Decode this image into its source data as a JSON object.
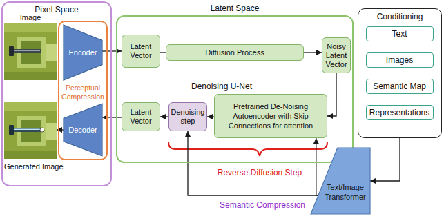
{
  "diagram": {
    "nodes": [
      {
        "text": [
          "Pixel Space"
        ]
      },
      {
        "text": [
          "Image"
        ],
        "in": 0
      },
      {
        "text": [
          "Perceptual Compression"
        ],
        "in": 0
      },
      {
        "text": [
          "Encoder"
        ],
        "in": 2
      },
      {
        "text": [
          "Decoder"
        ],
        "in": 2
      },
      {
        "text": [
          "Generated Image"
        ],
        "in": 0
      },
      {
        "text": [
          "Latent Space"
        ]
      },
      {
        "text": [
          "Latent Vector"
        ],
        "in": 6
      },
      {
        "text": [
          "Diffusion Process"
        ],
        "in": 6
      },
      {
        "text": [
          "Noisy Latent Vector"
        ],
        "in": 6
      },
      {
        "text": [
          "Denoising U-Net",
          "Pretrained De-Noising Autoencoder with Skip Connections for attention"
        ],
        "in": 6
      },
      {
        "text": [
          "Denoising step"
        ],
        "in": 6
      },
      {
        "text": [
          "Latent Vector"
        ],
        "in": 6
      },
      {
        "text": [
          "Conditioning"
        ]
      },
      {
        "text": [
          "Text"
        ],
        "in": 13
      },
      {
        "text": [
          "Images"
        ],
        "in": 13
      },
      {
        "text": [
          "Semantic Map"
        ],
        "in": 13
      },
      {
        "text": [
          "Representations"
        ],
        "in": 13
      },
      {
        "text": [
          "Text/Image Transformer"
        ]
      }
    ],
    "edges": [
      {
        "from": 3,
        "to": 7,
        "arrow": "to"
      },
      {
        "from": 7,
        "to": 8,
        "arrow": "none"
      },
      {
        "from": 8,
        "to": 9,
        "arrow": "to"
      },
      {
        "from": 9,
        "to": 10,
        "arrow": "to"
      },
      {
        "from": 10,
        "to": 11,
        "arrow": "to"
      },
      {
        "from": 11,
        "to": 12,
        "arrow": "to"
      },
      {
        "from": 12,
        "to": 4,
        "arrow": "to"
      },
      {
        "from": 4,
        "to": 5,
        "arrow": "to"
      },
      {
        "from": 13,
        "to": 18,
        "arrow": "to"
      },
      {
        "from": 18,
        "to": 11,
        "arrow": "to"
      },
      {
        "from": 18,
        "to": 10,
        "arrow": "to"
      }
    ],
    "labels": [
      "Reverse Diffusion Step",
      "Semantic Compression"
    ]
  }
}
